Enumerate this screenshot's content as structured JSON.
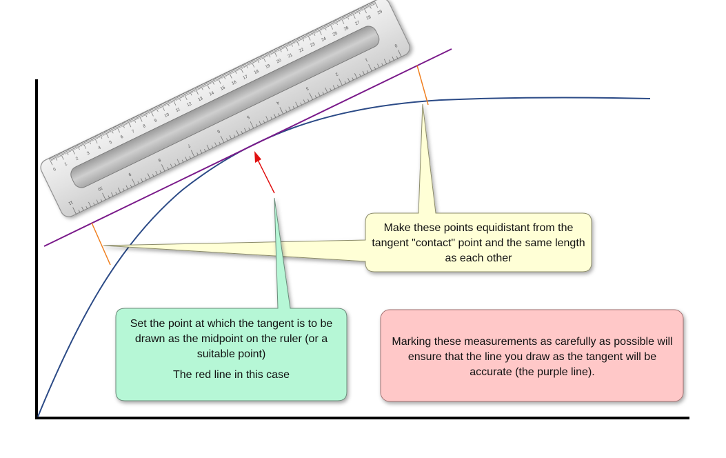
{
  "colors": {
    "curve": "#2b4a86",
    "tangent": "#7a1a8a",
    "red_marker": "#e01010",
    "orange_marker": "#f08020",
    "yellow_box": "#ffffd6",
    "green_box": "#b6f7d6",
    "pink_box": "#ffc8c8",
    "ruler_body": "#e4e4e4",
    "axis": "#000000"
  },
  "ruler": {
    "top_scale_labels": [
      "0",
      "1",
      "2",
      "3",
      "4",
      "5",
      "6",
      "7",
      "8",
      "9",
      "10",
      "11",
      "12",
      "13",
      "14",
      "15",
      "16",
      "17",
      "18",
      "19",
      "20",
      "21",
      "22",
      "23",
      "24",
      "25",
      "26",
      "27",
      "28",
      "29"
    ],
    "bottom_scale_labels": [
      "11",
      "10",
      "9",
      "8",
      "7",
      "6",
      "5",
      "4",
      "3",
      "2",
      "1",
      "0"
    ]
  },
  "callouts": {
    "yellow": {
      "text": "Make these points equidistant from the tangent \"contact\" point and the same length as each other"
    },
    "green": {
      "line1": "Set the point at which the tangent is to be drawn as the midpoint on the ruler (or a suitable point)",
      "line2": "The red line in this case"
    },
    "pink": {
      "text": "Marking these measurements as carefully as possible will ensure that the line you draw as the tangent will be accurate (the purple line)."
    }
  }
}
